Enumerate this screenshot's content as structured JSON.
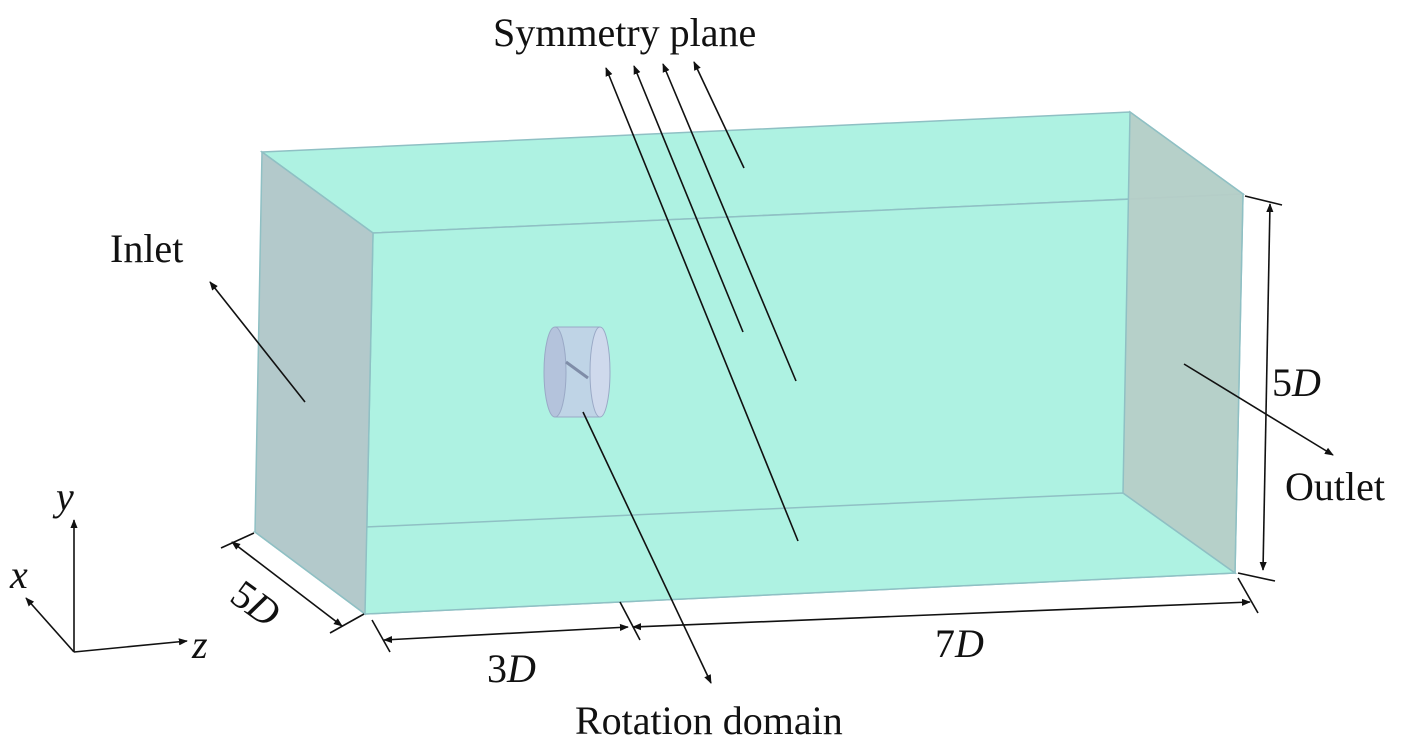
{
  "labels": {
    "symmetry_plane": "Symmetry plane",
    "inlet": "Inlet",
    "outlet": "Outlet",
    "rotation_domain": "Rotation domain"
  },
  "dimensions": {
    "width": {
      "number": "5",
      "unit": "D"
    },
    "height": {
      "number": "5",
      "unit": "D"
    },
    "upstream": {
      "number": "3",
      "unit": "D"
    },
    "downstream": {
      "number": "7",
      "unit": "D"
    }
  },
  "axes": {
    "x": "x",
    "y": "y",
    "z": "z"
  },
  "colors": {
    "fluid_domain": "#aef2e2",
    "inlet_face": "#b3c9cb",
    "outlet_face": "#b6cec7",
    "edge": "#8fc0c4",
    "rotor": "#c2cfe6"
  }
}
